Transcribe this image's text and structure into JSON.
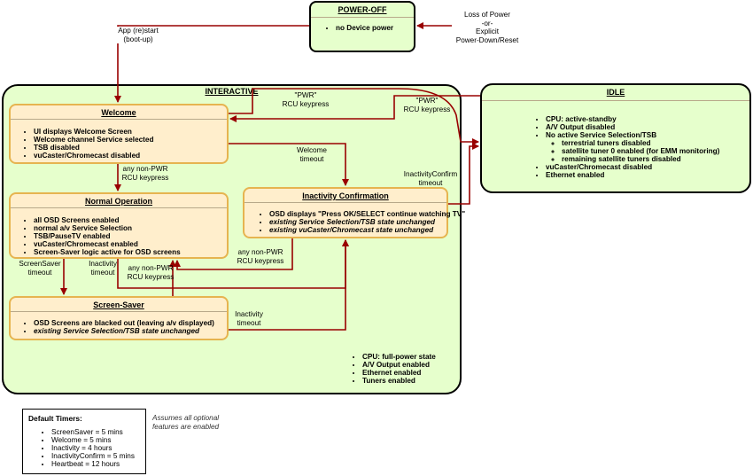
{
  "power_off": {
    "title": "POWER-OFF",
    "items": [
      "no Device power"
    ]
  },
  "power_off_trigger": [
    "Loss of Power",
    "-or-",
    "Explicit",
    "Power-Down/Reset"
  ],
  "app_restart": [
    "App (re)start",
    "(boot-up)"
  ],
  "interactive": {
    "title": "INTERACTIVE",
    "footer_items": [
      "CPU: full-power state",
      "A/V Output enabled",
      "Ethernet enabled",
      "Tuners enabled"
    ]
  },
  "idle": {
    "title": "IDLE",
    "items": [
      "CPU: active-standby",
      "A/V Output disabled",
      "No active Service Selection/TSB"
    ],
    "subitems": [
      "terrestrial tuners disabled",
      "satellite tuner 0 enabled (for EMM monitoring)",
      "remaining satellite tuners disabled"
    ],
    "items_after": [
      "vuCaster/Chromecast disabled",
      "Ethernet enabled"
    ]
  },
  "welcome": {
    "title": "Welcome",
    "items": [
      "UI displays Welcome Screen",
      "Welcome channel Service selected",
      "TSB disabled",
      "vuCaster/Chromecast disabled"
    ]
  },
  "normal": {
    "title": "Normal Operation",
    "items": [
      "all OSD Screens enabled",
      "normal a/v Service Selection",
      "TSB/PauseTV enabled",
      "vuCaster/Chromecast enabled",
      "Screen-Saver logic active for OSD screens"
    ]
  },
  "inactivity_conf": {
    "title": "Inactivity Confirmation",
    "items": [
      "OSD displays \"Press OK/SELECT continue watching TV\""
    ],
    "italic_items": [
      "existing Service Selection/TSB state unchanged",
      "existing vuCaster/Chromecast state unchanged"
    ]
  },
  "screen_saver": {
    "title": "Screen-Saver",
    "items": [
      "OSD Screens are blacked out (leaving a/v displayed)"
    ],
    "italic_items": [
      "existing Service Selection/TSB state unchanged"
    ]
  },
  "labels": {
    "pwr_keypress_1": [
      "\"PWR\"",
      "RCU keypress"
    ],
    "pwr_keypress_2": [
      "\"PWR\"",
      "RCU keypress"
    ],
    "welcome_timeout": [
      "Welcome",
      "timeout"
    ],
    "any_non_pwr_1": [
      "any non-PWR",
      "RCU keypress"
    ],
    "inactivity_confirm_timeout": [
      "InactivityConfirm",
      "timeout"
    ],
    "any_non_pwr_2": [
      "any non-PWR",
      "RCU keypress"
    ],
    "any_non_pwr_3": [
      "any non-PWR",
      "RCU keypress"
    ],
    "screensaver_timeout": [
      "ScreenSaver",
      "timeout"
    ],
    "inactivity_timeout_1": [
      "Inactivity",
      "timeout"
    ],
    "inactivity_timeout_2": [
      "Inactivity",
      "timeout"
    ]
  },
  "legend": {
    "title": "Default Timers:",
    "items": [
      "ScreenSaver = 5 mins",
      "Welcome = 5 mins",
      "Inactivity = 4 hours",
      "InactivityConfirm = 5 mins",
      "Heartbeat = 12 hours"
    ]
  },
  "note": [
    "Assumes all optional",
    "features are enabled"
  ],
  "colors": {
    "region_fill": "#e6ffcc",
    "state_fill": "#ffeecc",
    "state_border": "#e6b450",
    "arrow": "#990000"
  }
}
